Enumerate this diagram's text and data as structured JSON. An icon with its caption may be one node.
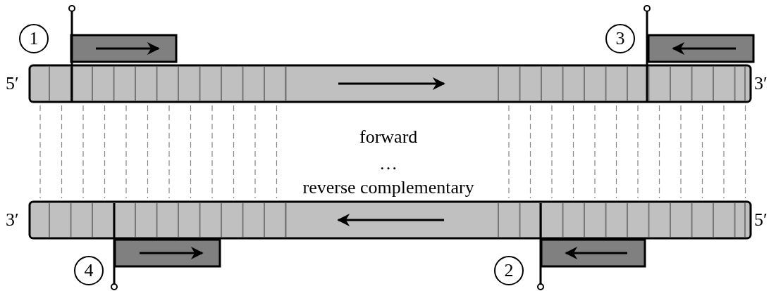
{
  "diagram": {
    "nodes": [
      {
        "text": [
          "1"
        ]
      },
      {
        "text": [
          "3"
        ]
      },
      {
        "text": [
          "4"
        ]
      },
      {
        "text": [
          "2"
        ]
      }
    ],
    "labels": [
      "5′",
      "3′",
      "forward",
      "…",
      "reverse complementary",
      "3′",
      "5′"
    ]
  }
}
